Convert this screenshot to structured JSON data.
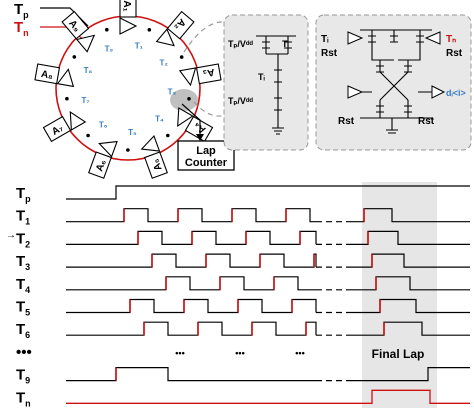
{
  "top_labels": {
    "tp": "T",
    "tp_sub": "p",
    "tn": "T",
    "tn_sub": "n"
  },
  "ring": {
    "stages": [
      "A₁",
      "A₂",
      "A₃",
      "A₄",
      "A₅",
      "A₆",
      "A₇",
      "A₈",
      "A₉"
    ],
    "tap_labels": [
      "T₁",
      "T₂",
      "T₃",
      "T₄",
      "T₅",
      "T₆",
      "T₇",
      "T₈",
      "T₉"
    ],
    "colors": {
      "ring": "#d01010",
      "tap": "#3a7fc2",
      "highlight": "#c0c0c0"
    }
  },
  "lap_counter": {
    "line1": "Lap",
    "line2": "Counter"
  },
  "inset_left": {
    "label_a": "Tₚ/Vᵈᵈ",
    "label_b": "Tᵢ",
    "label_c": "Tᵢ",
    "label_d": "Tₚ/Vᵈᵈ"
  },
  "inset_right": {
    "ti": "Tᵢ",
    "rst1": "Rst",
    "tn": "Tₙ",
    "rst2": "Rst",
    "out": "dᵢ<i>",
    "rst3": "Rst",
    "rst4": "Rst"
  },
  "timing": {
    "signals": [
      {
        "name": "T",
        "sub": "p",
        "color": "#000"
      },
      {
        "name": "T",
        "sub": "1",
        "color": "#000"
      },
      {
        "name": "T",
        "sub": "2",
        "color": "#000"
      },
      {
        "name": "T",
        "sub": "3",
        "color": "#000"
      },
      {
        "name": "T",
        "sub": "4",
        "color": "#000"
      },
      {
        "name": "T",
        "sub": "5",
        "color": "#000"
      },
      {
        "name": "T",
        "sub": "6",
        "color": "#000"
      },
      {
        "name": "•••",
        "sub": "",
        "color": "#000"
      },
      {
        "name": "T",
        "sub": "9",
        "color": "#000"
      },
      {
        "name": "T",
        "sub": "n",
        "color": "#d01010"
      }
    ],
    "final_lap_label": "Final Lap",
    "ellipsis": "•••",
    "side_mark": "→"
  }
}
